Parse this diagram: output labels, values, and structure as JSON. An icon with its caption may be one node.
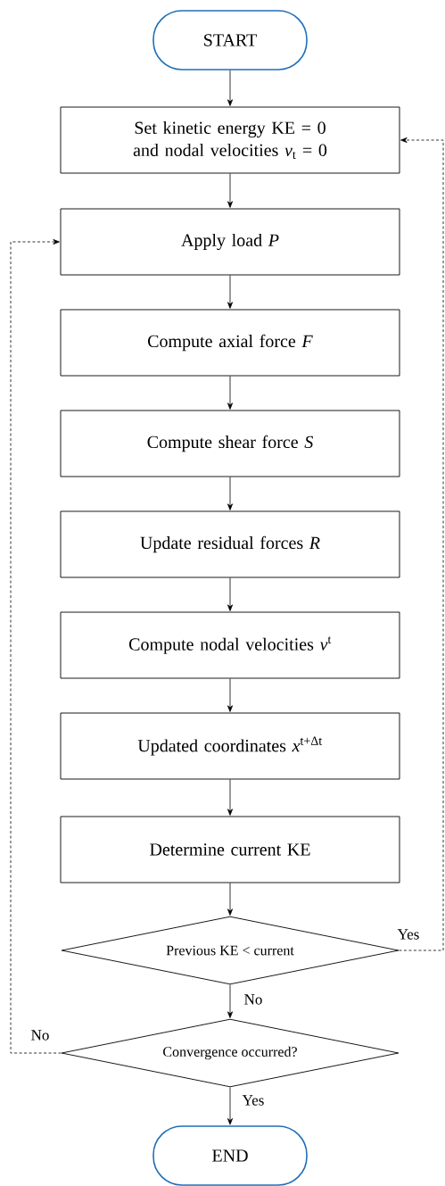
{
  "diagram": {
    "nodes": [
      {
        "text": [
          "START"
        ]
      },
      {
        "text": [
          "Set kinetic energy KE = 0 and nodal velocities *v*$_{t}$ = 0"
        ]
      },
      {
        "text": [
          "Apply load *P*"
        ]
      },
      {
        "text": [
          "Compute axial force *F*"
        ]
      },
      {
        "text": [
          "Compute shear force *S*"
        ]
      },
      {
        "text": [
          "Update residual forces *R*"
        ]
      },
      {
        "text": [
          "Compute nodal velocities *v*$^{t}$"
        ]
      },
      {
        "text": [
          "Updated coordinates *x*$^{t+Δt}$"
        ]
      },
      {
        "text": [
          "Determine current KE"
        ]
      },
      {
        "text": [
          "Previous KE < current"
        ]
      },
      {
        "text": [
          "Convergence occurred?"
        ]
      },
      {
        "text": [
          "END"
        ]
      }
    ],
    "edges": [
      {
        "from": 0,
        "to": 1,
        "arrow": "to"
      },
      {
        "from": 1,
        "to": 2,
        "arrow": "to"
      },
      {
        "from": 2,
        "to": 3,
        "arrow": "to"
      },
      {
        "from": 3,
        "to": 4,
        "arrow": "to"
      },
      {
        "from": 4,
        "to": 5,
        "arrow": "to"
      },
      {
        "from": 5,
        "to": 6,
        "arrow": "to"
      },
      {
        "from": 6,
        "to": 7,
        "arrow": "to"
      },
      {
        "from": 7,
        "to": 8,
        "arrow": "to"
      },
      {
        "from": 8,
        "to": 9,
        "arrow": "to"
      },
      {
        "from": 9,
        "to": 10,
        "arrow": "to",
        "label": "No"
      },
      {
        "from": 10,
        "to": 11,
        "arrow": "to",
        "label": "Yes"
      },
      {
        "from": 9,
        "to": 1,
        "arrow": "to",
        "label": "Yes",
        "style": "dashed"
      },
      {
        "from": 10,
        "to": 2,
        "arrow": "to",
        "label": "No",
        "style": "dashed"
      }
    ]
  }
}
